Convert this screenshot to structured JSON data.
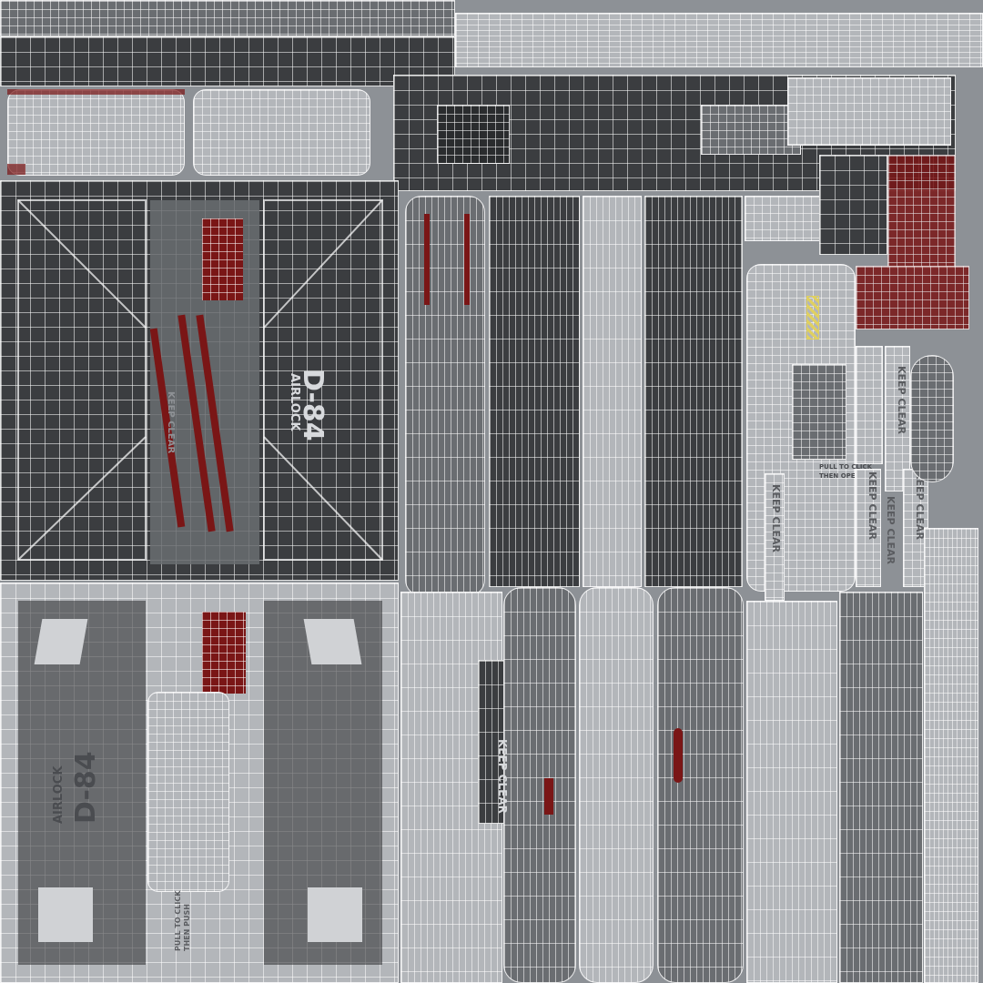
{
  "decals": {
    "airlock_label_top": "AIRLOCK",
    "airlock_id_top": "D-84",
    "airlock_label_bottom": "AIRLOCK",
    "airlock_id_bottom": "D-84",
    "keep_clear_center": "KEEP CLEAR",
    "keep_clear_right_1": "KEEP CLEAR",
    "keep_clear_right_2": "KEEP CLEAR",
    "keep_clear_right_3": "KEEP CLEAR",
    "keep_clear_right_4": "KEEP CLEAR",
    "keep_clear_right_5": "KEEP CLEAR",
    "keep_clear_left_door": "KEEP CLEAR",
    "pull_instructions_top_1": "PULL TO CLICK",
    "pull_instructions_top_2": "THEN OPEN",
    "pull_instructions_bottom_1": "PULL TO CLICK",
    "pull_instructions_bottom_2": "THEN PUSH"
  },
  "colors": {
    "background": "#8d9196",
    "panel_dark": "#3b3d40",
    "panel_light": "#b3b6ba",
    "accent_red": "#7a1616",
    "wireframe": "#ffffff",
    "hazard_yellow": "#e0d060"
  }
}
